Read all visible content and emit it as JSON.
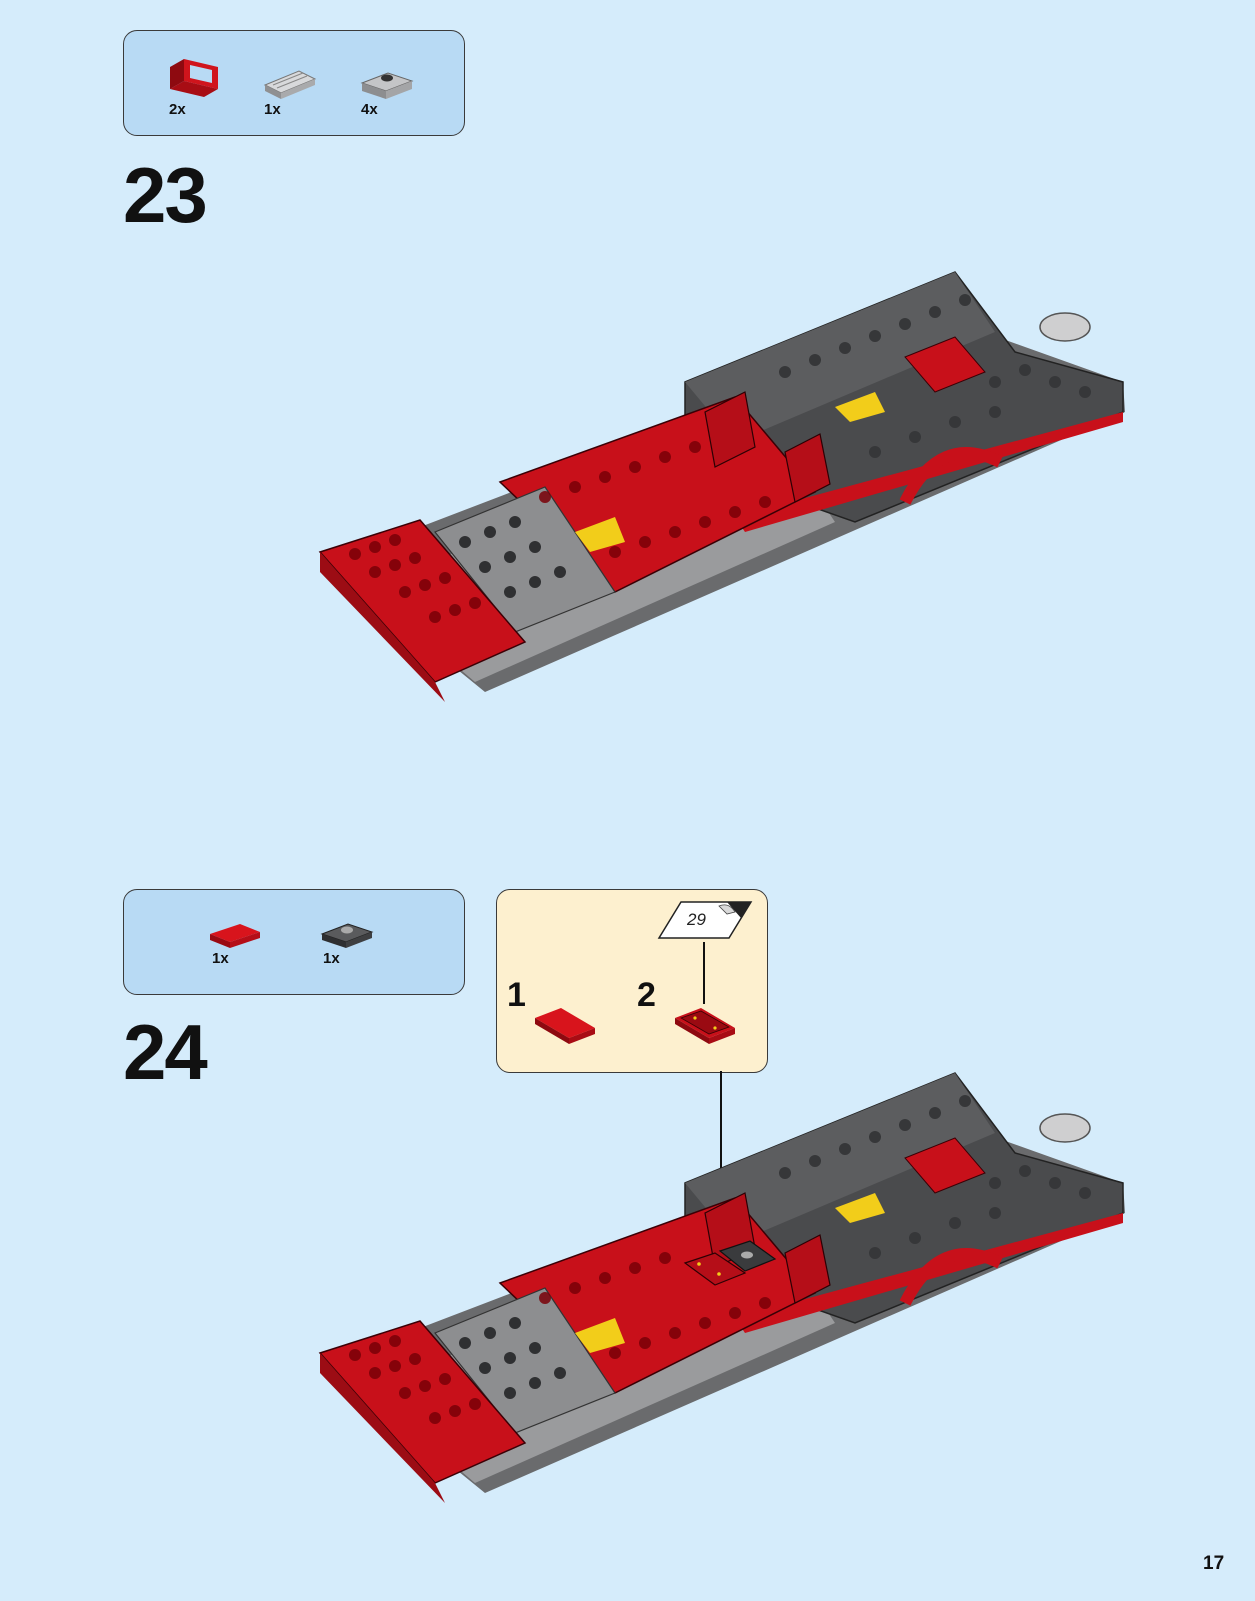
{
  "page_number": "17",
  "steps": [
    {
      "number": "23",
      "parts": [
        {
          "name": "red-bracket-part",
          "qty": "2x"
        },
        {
          "name": "grey-grille-tile-part",
          "qty": "1x"
        },
        {
          "name": "grey-jumper-plate-part",
          "qty": "4x"
        }
      ]
    },
    {
      "number": "24",
      "parts": [
        {
          "name": "red-tile-part",
          "qty": "1x"
        },
        {
          "name": "dark-grey-jumper-plate-part",
          "qty": "1x"
        }
      ],
      "substeps": {
        "items": [
          {
            "number": "1"
          },
          {
            "number": "2"
          }
        ],
        "sticker_number": "29"
      }
    }
  ],
  "colors": {
    "page_background": "#d5ecfb",
    "parts_box": "#b8daf4",
    "substep_box": "#fdf0cf",
    "brick_red": "#c8101a",
    "brick_dark_grey": "#4a4b4d",
    "brick_light_grey": "#9a9b9d",
    "brick_yellow": "#f2cd1a"
  }
}
